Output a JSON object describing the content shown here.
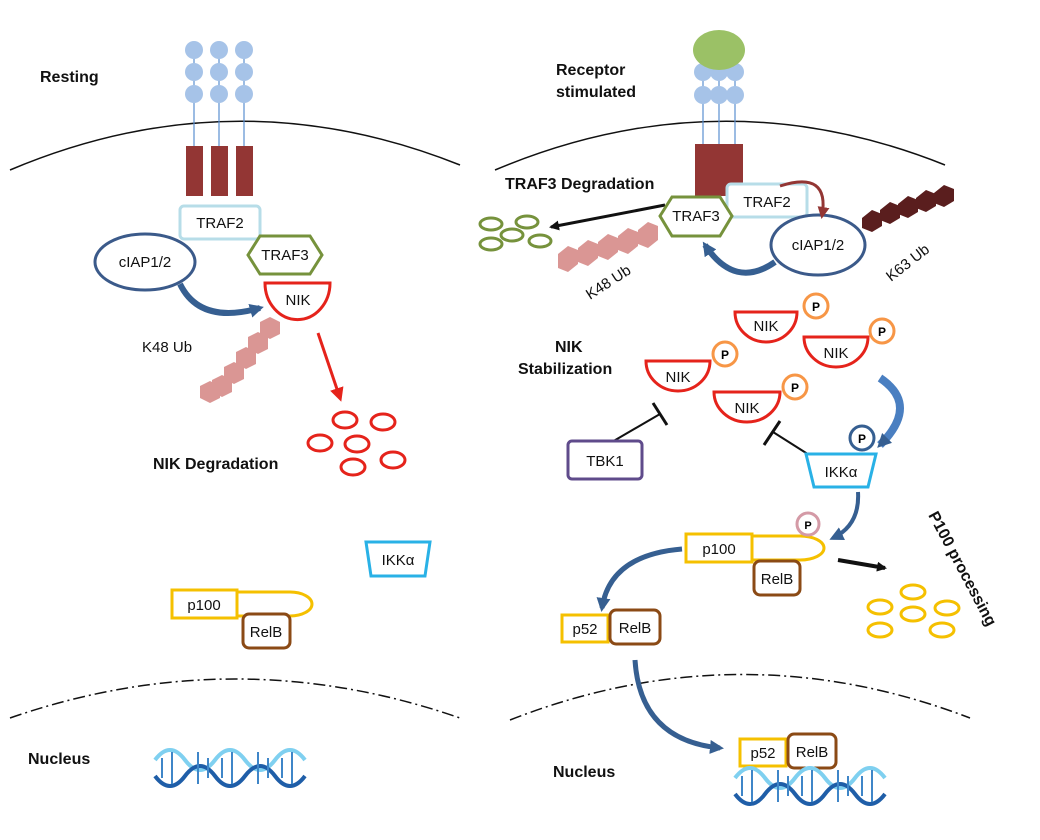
{
  "colors": {
    "membrane": "#111111",
    "receptor_ball": "#a6c3e8",
    "ligand": "#9bc166",
    "receptor_tm": "#933634",
    "traf2": "#b7dde8",
    "traf3": "#76923c",
    "ciap": "#3b5a8a",
    "nik": "#e5231b",
    "phospho": "#f79646",
    "k48_ub": "#da9694",
    "k63_ub": "#5a1e1e",
    "p100": "#f5c000",
    "relb": "#8b4a15",
    "ikka": "#29b1e6",
    "tbk1": "#5f4b8b",
    "arrow": "#365f91",
    "dna_light": "#7fd0f0",
    "dna_dark": "#1f5ea8"
  },
  "left_panel": {
    "state_label": "Resting",
    "traf2": "TRAF2",
    "traf3": "TRAF3",
    "ciap": "cIAP1/2",
    "nik": "NIK",
    "k48": "K48 Ub",
    "nik_degradation": "NIK Degradation",
    "ikka": "IKKα",
    "p100": "p100",
    "relb": "RelB",
    "nucleus": "Nucleus"
  },
  "right_panel": {
    "state_label": [
      "Receptor",
      "stimulated"
    ],
    "traf3_degradation": "TRAF3 Degradation",
    "traf3": "TRAF3",
    "traf2": "TRAF2",
    "ciap": "cIAP1/2",
    "k63": "K63  Ub",
    "k48": "K48  Ub",
    "nik_stabilization": [
      "NIK",
      "Stabilization"
    ],
    "nik": "NIK",
    "phospho": "P",
    "tbk1": "TBK1",
    "ikka": "IKKα",
    "p100": "p100",
    "relb": "RelB",
    "p52": "p52",
    "p100_processing": "P100 processing",
    "nucleus": "Nucleus"
  }
}
